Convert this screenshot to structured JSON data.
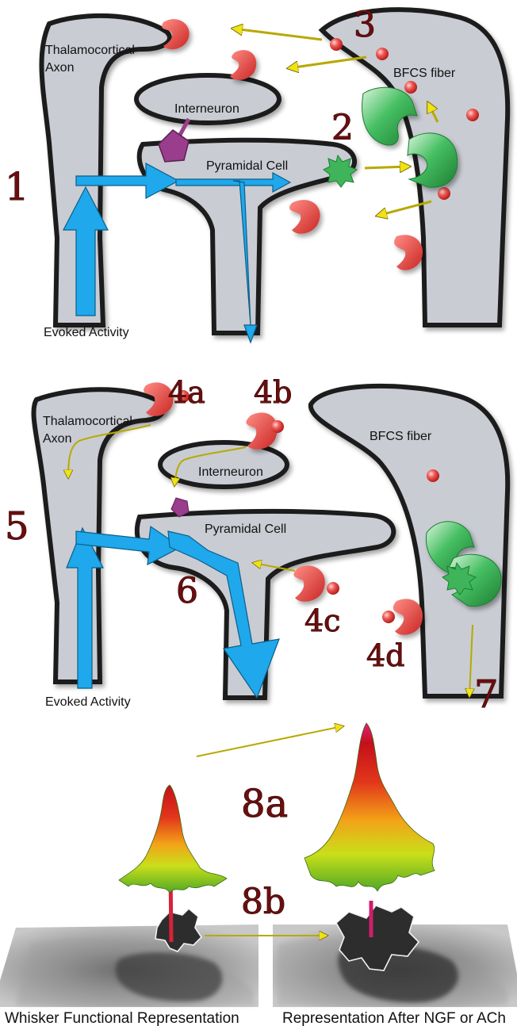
{
  "panel_top": {
    "labels": {
      "thalamocortical_axon": [
        "Thalamocortical",
        "Axon"
      ],
      "interneuron": "Interneuron",
      "pyramidal_cell": "Pyramidal Cell",
      "bfcs_fiber": "BFCS fiber",
      "evoked_activity": "Evoked Activity"
    },
    "step_numbers": {
      "n1": "1",
      "n2": "2",
      "n3": "3"
    }
  },
  "panel_middle": {
    "labels": {
      "thalamocortical_axon": [
        "Thalamocortical",
        "Axon"
      ],
      "interneuron": "Interneuron",
      "pyramidal_cell": "Pyramidal Cell",
      "bfcs_fiber": "BFCS fiber",
      "evoked_activity": "Evoked Activity"
    },
    "step_numbers": {
      "n4a": "4a",
      "n4b": "4b",
      "n4c": "4c",
      "n4d": "4d",
      "n5": "5",
      "n6": "6",
      "n7": "7"
    }
  },
  "panel_bottom": {
    "step_numbers": {
      "n8a": "8a",
      "n8b": "8b"
    },
    "captions": {
      "left": "Whisker Functional Representation",
      "right": "Representation After NGF or ACh"
    }
  },
  "colors": {
    "cell_fill": "#c9ccd3",
    "cell_outline": "#1c1c1c",
    "activity_arrow": "#1fa8ec",
    "modulator_arrow": "#f0e214",
    "receptor_red": "#e0433f",
    "receptor_green": "#3fb45a",
    "interneuron_purple": "#9a3d8c",
    "step_number": "#6b0e0e"
  }
}
